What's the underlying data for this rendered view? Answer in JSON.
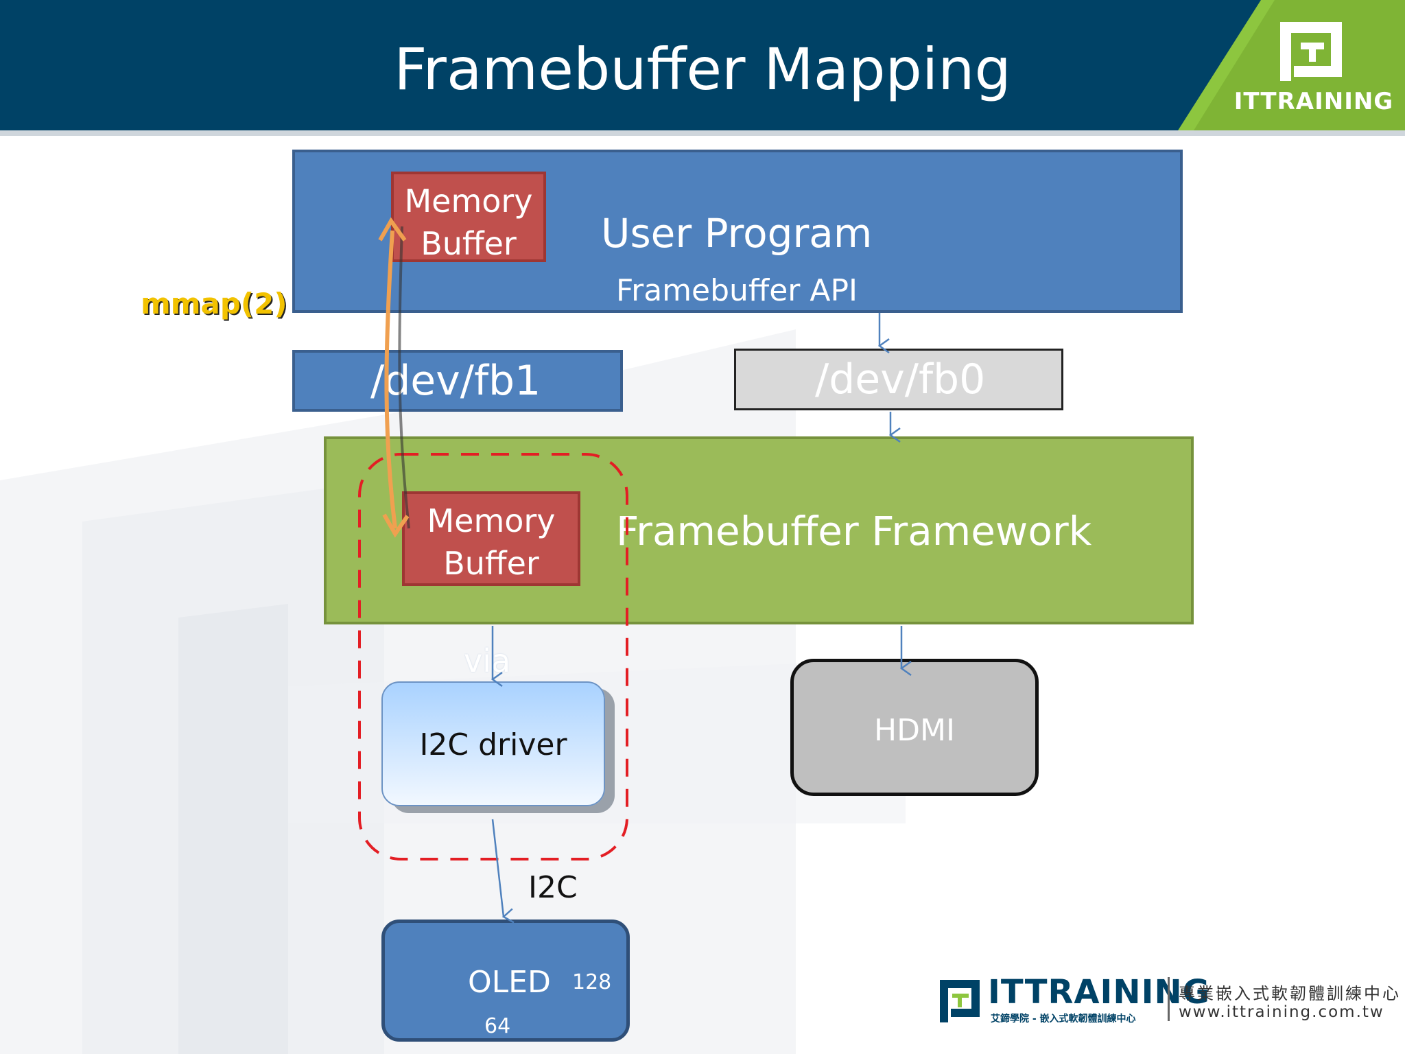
{
  "slide": {
    "title": "Framebuffer Mapping",
    "logo_text": "ITTRAINING"
  },
  "diagram": {
    "user_program": {
      "label": "User Program",
      "api_label": "Framebuffer API",
      "memory_buffer_line1": "Memory",
      "memory_buffer_line2": "Buffer"
    },
    "mmap_label": "mmap(2)",
    "fb1_label": "/dev/fb1",
    "fb0_label": "/dev/fb0",
    "framework": {
      "label": "Framebuffer Framework",
      "memory_buffer_line1": "Memory",
      "memory_buffer_line2": "Buffer"
    },
    "via_label": "via",
    "i2c_driver_label": "I2C driver",
    "i2c_label": "I2C",
    "hdmi_label": "HDMI",
    "oled": {
      "label": "OLED",
      "width_label": "128",
      "height_label": "64"
    }
  },
  "footer": {
    "brand": "ITTRAINING",
    "sub_left": "艾鍗學院 - 嵌入式軟韌體訓練中心",
    "tagline_cn": "專業嵌入式軟韌體訓練中心",
    "url": "www.ittraining.com.tw"
  },
  "colors": {
    "header": "#004266",
    "accent_green": "#8dc63f",
    "blue_box": "#4f81bd",
    "red_box": "#c0504d",
    "green_box": "#9bbb59",
    "dashed_outline": "#e31e24",
    "mmap_arrow": "#f0a050"
  }
}
